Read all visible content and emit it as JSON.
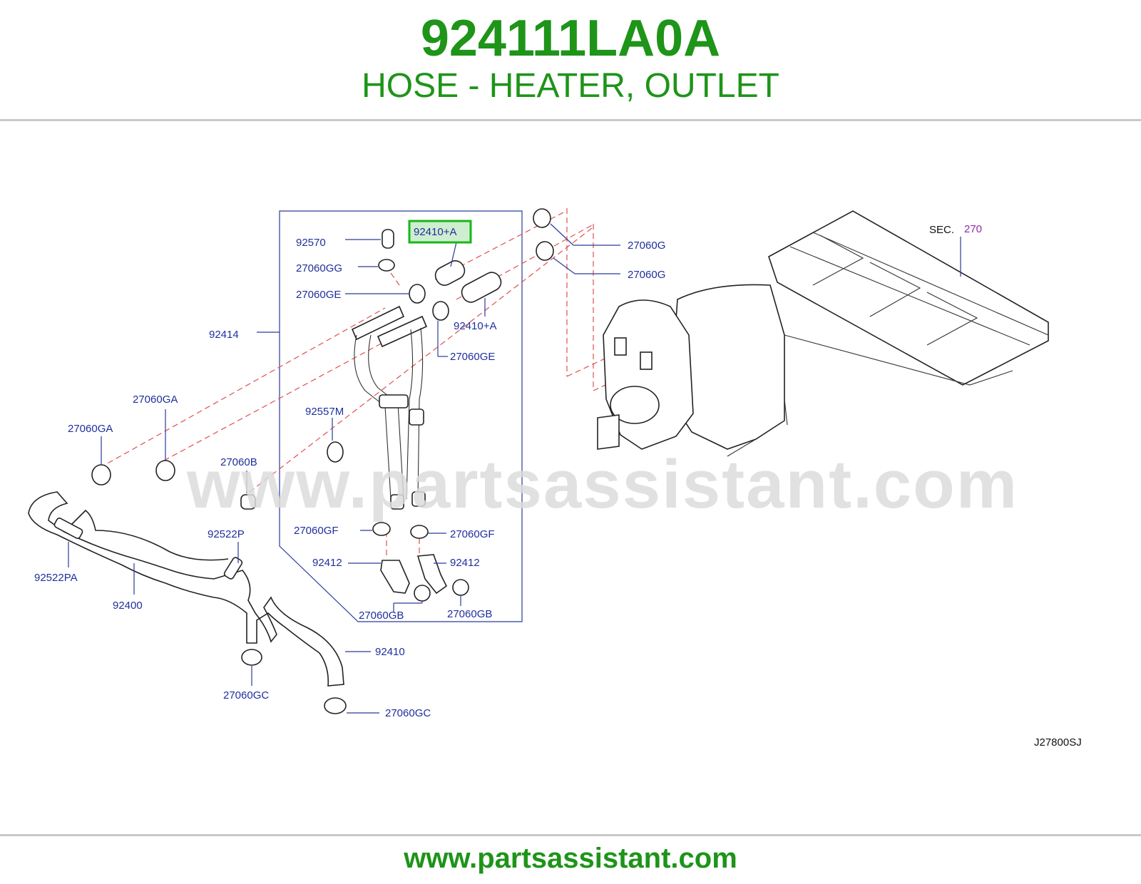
{
  "header": {
    "part_number": "924111LA0A",
    "description": "HOSE - HEATER, OUTLET"
  },
  "diagram": {
    "drawing_code": "J27800SJ",
    "section_prefix": "SEC.",
    "section_number": "270",
    "highlighted_label": "92410+A",
    "labels": {
      "l_92570": "92570",
      "l_27060GG": "27060GG",
      "l_27060GE_a": "27060GE",
      "l_92414": "92414",
      "l_92410A_b": "92410+A",
      "l_27060GE_b": "27060GE",
      "l_27060G_a": "27060G",
      "l_27060G_b": "27060G",
      "l_27060GA_a": "27060GA",
      "l_27060GA_b": "27060GA",
      "l_92557M": "92557M",
      "l_27060B": "27060B",
      "l_92522P": "92522P",
      "l_92522PA": "92522PA",
      "l_92400": "92400",
      "l_27060GF_a": "27060GF",
      "l_27060GF_b": "27060GF",
      "l_92412_a": "92412",
      "l_92412_b": "92412",
      "l_27060GB_a": "27060GB",
      "l_27060GB_b": "27060GB",
      "l_92410": "92410",
      "l_27060GC_a": "27060GC",
      "l_27060GC_b": "27060GC"
    }
  },
  "watermark": "www.partsassistant.com",
  "footer": {
    "url": "www.partsassistant.com"
  },
  "colors": {
    "brand_green": "#1e9419",
    "label_blue": "#1f2f9c",
    "callout_purple": "#8a2da8",
    "dash_red": "#e05050"
  }
}
